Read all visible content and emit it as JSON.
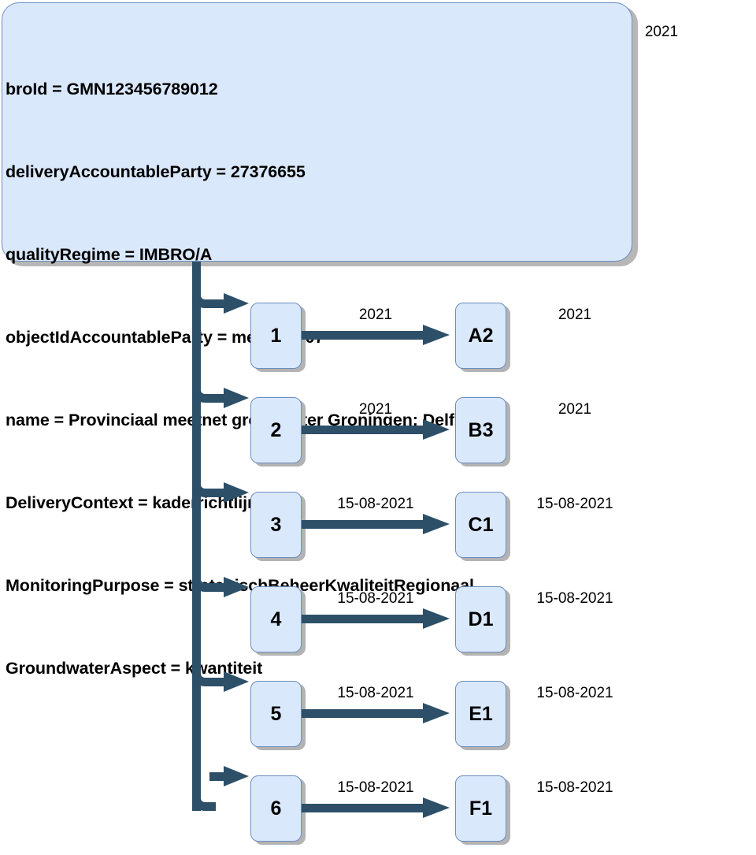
{
  "diagram": {
    "header_date": "2021",
    "panel": {
      "lines": [
        "broId = GMN123456789012",
        "deliveryAccountableParty = 27376655",
        "qualityRegime = IMBRO/A",
        "objectIdAccountableParty = meetnet_07",
        "name = Provinciaal meetnet grondwater Groningen; Delfzijl",
        "DeliveryContext = kaderrichtlijnWater",
        "MonitoringPurpose = strategischBeheerKwaliteitRegionaal",
        "GroundwaterAspect = kwantiteit"
      ]
    },
    "rows": [
      {
        "source": "1",
        "target": "A2",
        "edge_label": "2021",
        "right_label": "2021"
      },
      {
        "source": "2",
        "target": "B3",
        "edge_label": "2021",
        "right_label": "2021"
      },
      {
        "source": "3",
        "target": "C1",
        "edge_label": "15-08-2021",
        "right_label": "15-08-2021"
      },
      {
        "source": "4",
        "target": "D1",
        "edge_label": "15-08-2021",
        "right_label": "15-08-2021"
      },
      {
        "source": "5",
        "target": "E1",
        "edge_label": "15-08-2021",
        "right_label": "15-08-2021"
      },
      {
        "source": "6",
        "target": "F1",
        "edge_label": "15-08-2021",
        "right_label": "15-08-2021"
      }
    ],
    "colors": {
      "node_fill": "#dae8fc",
      "node_border": "#6c8ebf",
      "connector": "#2d4f68",
      "shadow": "#b3b3b3",
      "text": "#000000",
      "background": "#ffffff"
    }
  }
}
